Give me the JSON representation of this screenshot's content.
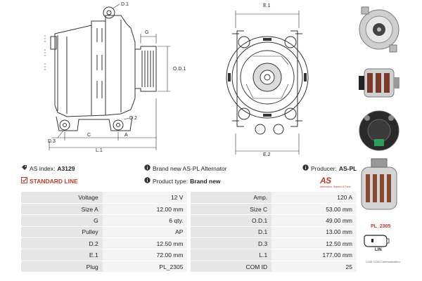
{
  "drawing": {
    "side_labels": {
      "d1": "D.1",
      "g": "G",
      "od1": "O.D.1",
      "d2": "D.2",
      "d3": "D.3",
      "c": "C",
      "a": "A",
      "l1": "L.1"
    },
    "front_labels": {
      "e1": "E.1",
      "e2": "E.2"
    }
  },
  "info": {
    "as_index_label": "AS index:",
    "as_index_value": "A3129",
    "title": "Brand new AS-PL Alternator",
    "producer_label": "Producer:",
    "producer_value": "AS-PL",
    "line": "STANDARD LINE",
    "product_type_label": "Product type:",
    "product_type_value": "Brand new"
  },
  "logo": {
    "main": "AS",
    "sub": "Alternators, Starters & Parts"
  },
  "specs": [
    {
      "l1": "Voltage",
      "v1": "12 V",
      "l2": "Amp.",
      "v2": "120 A"
    },
    {
      "l1": "Size A",
      "v1": "12.00 mm",
      "l2": "Size C",
      "v2": "53.00 mm"
    },
    {
      "l1": "G",
      "v1": "6 qty.",
      "l2": "O.D.1",
      "v2": "49.00 mm"
    },
    {
      "l1": "Pulley",
      "v1": "AP",
      "l2": "D.1",
      "v2": "13.00 mm"
    },
    {
      "l1": "D.2",
      "v1": "12.50 mm",
      "l2": "D.3",
      "v2": "12.50 mm"
    },
    {
      "l1": "E.1",
      "v1": "72.00 mm",
      "l2": "L.1",
      "v2": "177.00 mm"
    },
    {
      "l1": "Plug",
      "v1": "PL_2305",
      "l2": "COM ID",
      "v2": "25"
    }
  ],
  "plug_code": "PL_2305",
  "plug_label": "LIN",
  "com_strip": "COM  COM Communication",
  "colors": {
    "accent": "#c0392b",
    "label_bg": "#e6e6e6",
    "value_bg": "#f4f4f4"
  }
}
